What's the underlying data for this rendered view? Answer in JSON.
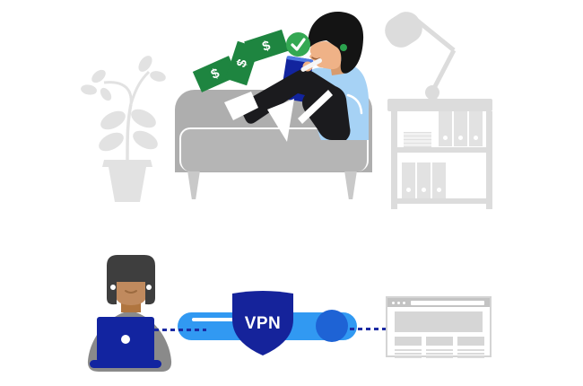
{
  "illustration": {
    "top_scene": {
      "money_bills": [
        {
          "label": "$"
        },
        {
          "label": "$"
        },
        {
          "label": "$"
        }
      ],
      "check_icon": "check-circle",
      "props": [
        "potted-plant",
        "couch",
        "person-with-tablet",
        "desk-lamp",
        "bookshelf-with-binders"
      ]
    },
    "bottom_scene": {
      "vpn_badge": {
        "label": "VPN"
      },
      "elements": [
        "person-at-laptop",
        "dotted-connection-line",
        "vpn-tunnel",
        "vpn-shield",
        "browser-window"
      ]
    }
  },
  "colors": {
    "bill_green": "#1e8540",
    "check_green": "#34a853",
    "shield_navy": "#15239b",
    "laptop_navy": "#12249e",
    "tunnel_blue": "#3199f2",
    "tunnel_end_blue": "#1e63d5",
    "dotted_line_navy": "#1b2aa3",
    "sweater_blue": "#a6d2f5",
    "couch_gray": "#aeaeae",
    "furniture_gray": "#dcdcdc",
    "body_gray": "#8a8a8a",
    "background": "#ffffff"
  }
}
